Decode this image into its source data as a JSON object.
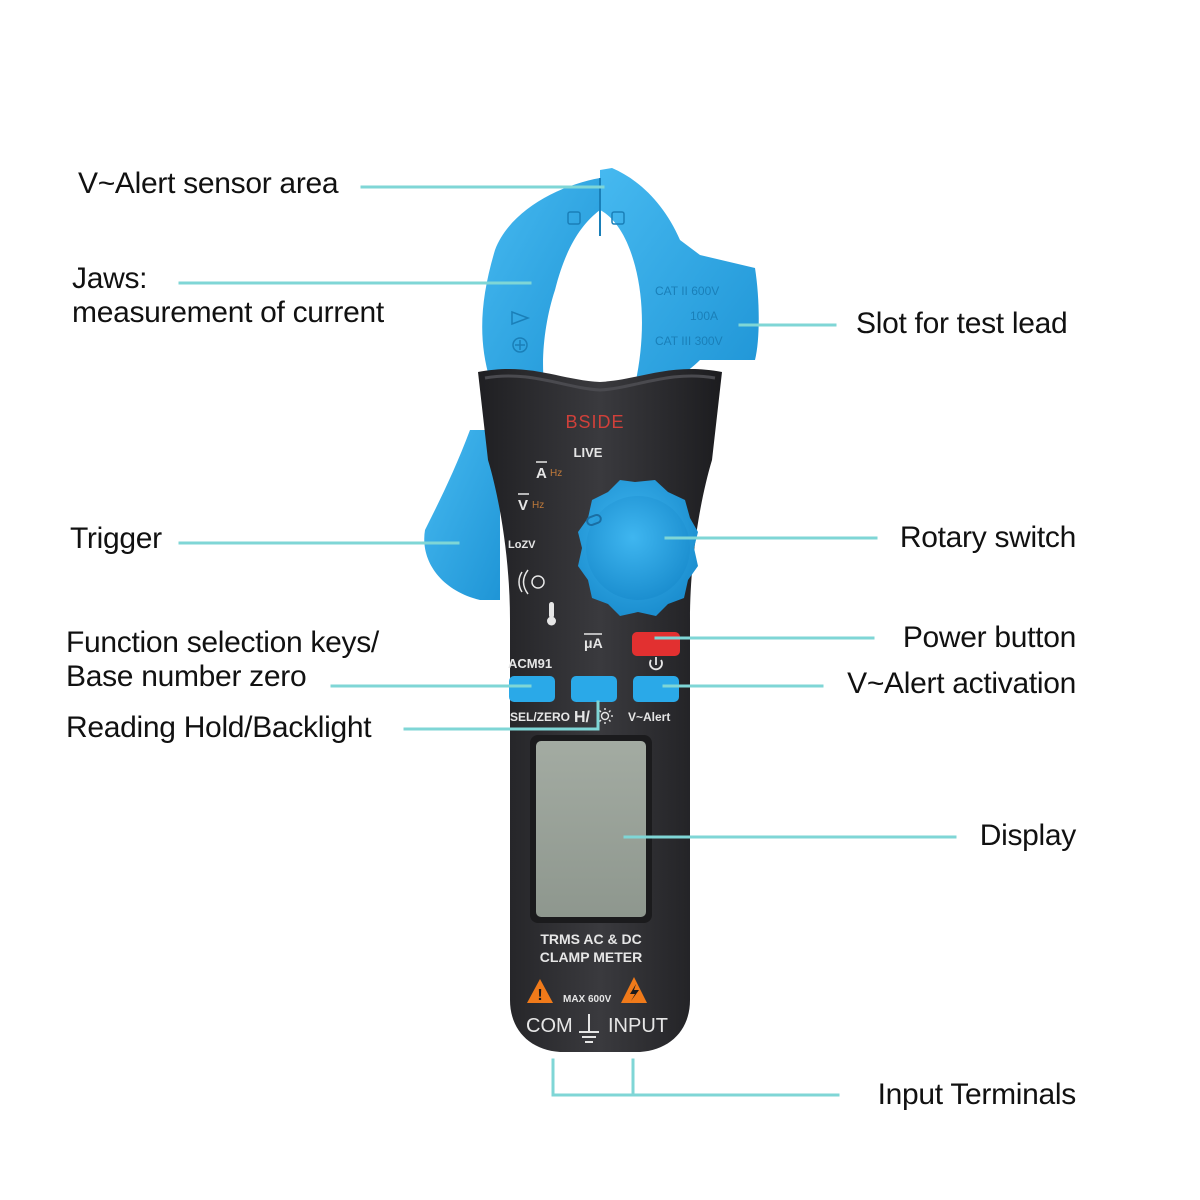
{
  "device": {
    "brand": "BSIDE",
    "model": "ACM91",
    "mode_live": "LIVE",
    "mode_hz_a": "Hz",
    "mode_hz_v": "Hz",
    "mode_lozv": "LoZV",
    "jaw_marking_cat2": "CAT II 600V",
    "jaw_marking_current": "100A",
    "jaw_marking_cat3": "CAT III 300V",
    "key_sel_label": "SEL/ZERO",
    "key_hold_label": "H/",
    "key_alert_label": "V~Alert",
    "panel_line1": "TRMS AC & DC",
    "panel_line2": "CLAMP METER",
    "max_voltage": "MAX 600V",
    "terminal_com": "COM",
    "terminal_input": "INPUT"
  },
  "callouts": {
    "v_alert_sensor": "V~Alert sensor area",
    "jaws_line1": "Jaws:",
    "jaws_line2": "measurement of current",
    "slot_test_lead": "Slot for test lead",
    "trigger": "Trigger",
    "rotary_switch": "Rotary switch",
    "function_keys_line1": "Function selection keys/",
    "function_keys_line2": "Base number zero",
    "power_button": "Power button",
    "v_alert_activation": "V~Alert activation",
    "reading_hold": "Reading Hold/Backlight",
    "display": "Display",
    "input_terminals": "Input Terminals"
  },
  "colors": {
    "leader": "#7fd6d6",
    "jaw_blue": "#2aa9e8",
    "body_black": "#2b2b2e",
    "power_red": "#e23030",
    "lcd": "#9aa39a",
    "warning": "#f07a1a"
  }
}
